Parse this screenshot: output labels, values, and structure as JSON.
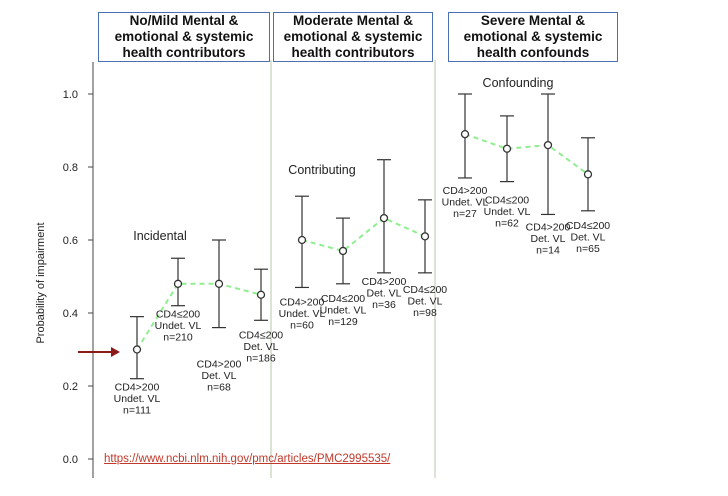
{
  "headers": [
    {
      "line1": "No/Mild Mental &",
      "line2": "emotional & systemic",
      "line3": "health contributors"
    },
    {
      "line1": "Moderate Mental &",
      "line2": "emotional & systemic",
      "line3": "health contributors"
    },
    {
      "line1": "Severe Mental &",
      "line2": "emotional & systemic",
      "line3": "health confounds"
    }
  ],
  "link_text": "https://www.ncbi.nlm.nih.gov/pmc/articles/PMC2995535/",
  "colors": {
    "dashed_line": "#90ee90",
    "axis": "#444444",
    "arrow": "#8b1a1a",
    "header_border": "#4a6fb5"
  },
  "chart_data": {
    "type": "scatter",
    "ylabel": "Probability of impairment",
    "xlabel": "",
    "ylim": [
      0,
      1.05
    ],
    "yticks": [
      "0.0",
      "0.2",
      "0.4",
      "0.6",
      "0.8",
      "1.0"
    ],
    "grid": false,
    "annotations": [
      "Incidental",
      "Contributing",
      "Confounding"
    ],
    "groups": [
      {
        "points": [
          {
            "label": [
              "CD4>200",
              "Undet. VL",
              "n=111"
            ],
            "y": 0.3,
            "lo": 0.22,
            "hi": 0.39
          },
          {
            "label": [
              "CD4≤200",
              "Undet. VL",
              "n=210"
            ],
            "y": 0.48,
            "lo": 0.42,
            "hi": 0.55
          },
          {
            "label": [
              "CD4>200",
              "Det. VL",
              "n=68"
            ],
            "y": 0.48,
            "lo": 0.36,
            "hi": 0.6
          },
          {
            "label": [
              "CD4≤200",
              "Det. VL",
              "n=186"
            ],
            "y": 0.45,
            "lo": 0.38,
            "hi": 0.52
          }
        ]
      },
      {
        "points": [
          {
            "label": [
              "CD4>200",
              "Undet. VL",
              "n=60"
            ],
            "y": 0.6,
            "lo": 0.47,
            "hi": 0.72
          },
          {
            "label": [
              "CD4≤200",
              "Undet. VL",
              "n=129"
            ],
            "y": 0.57,
            "lo": 0.48,
            "hi": 0.66
          },
          {
            "label": [
              "CD4>200",
              "Det. VL",
              "n=36"
            ],
            "y": 0.66,
            "lo": 0.51,
            "hi": 0.82
          },
          {
            "label": [
              "CD4≤200",
              "Det. VL",
              "n=98"
            ],
            "y": 0.61,
            "lo": 0.51,
            "hi": 0.71
          }
        ]
      },
      {
        "points": [
          {
            "label": [
              "CD4>200",
              "Undet. VL",
              "n=27"
            ],
            "y": 0.89,
            "lo": 0.77,
            "hi": 1.0
          },
          {
            "label": [
              "CD4≤200",
              "Undet. VL",
              "n=62"
            ],
            "y": 0.85,
            "lo": 0.76,
            "hi": 0.94
          },
          {
            "label": [
              "CD4>200",
              "Det. VL",
              "n=14"
            ],
            "y": 0.86,
            "lo": 0.67,
            "hi": 1.0
          },
          {
            "label": [
              "CD4≤200",
              "Det. VL",
              "n=65"
            ],
            "y": 0.78,
            "lo": 0.68,
            "hi": 0.88
          }
        ]
      }
    ]
  }
}
